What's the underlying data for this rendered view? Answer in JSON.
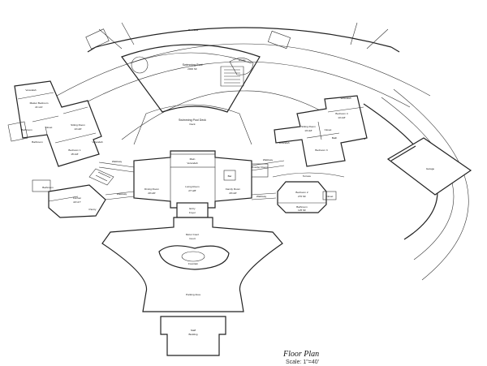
{
  "overflow_label": "Overflow",
  "pool": {
    "label": "Swimming Pool",
    "area": "2000 SF"
  },
  "grotto_label": "Grotto",
  "pool_deck_label": "Swimming Pool Deck",
  "veranda_label": "Verandah",
  "loggia": {
    "label": "Main",
    "sub": "Verandah"
  },
  "left_wing": {
    "master_bedroom": {
      "label": "Master Bedroom",
      "dims": "21'x21'"
    },
    "sitting_room": {
      "label": "Sitting Room",
      "dims": "14'x20'"
    },
    "closet_label": "Closet",
    "bathroom_label": "Bathroom",
    "bedroom1": {
      "label": "Bedroom 1",
      "dims": "15'x18'"
    }
  },
  "right_wing": {
    "bedroom4": {
      "label": "Bedroom 4",
      "dims": "14'x18'"
    },
    "sitting_room": {
      "label": "Sitting Room",
      "dims": "13'x18'"
    },
    "closet_label": "Closet",
    "bedroom3": {
      "label": "Bedroom 3",
      "dims": ""
    },
    "bath_label": "Bath"
  },
  "walkway_label": "Walkway",
  "terrace_label": "Terrace",
  "dining_room": {
    "label": "Dining Room",
    "dims": "20'x20'"
  },
  "living_room": {
    "label": "Living Room",
    "dims": "27'x28'"
  },
  "family_room": {
    "label": "Family Room",
    "dims": "20'x18'"
  },
  "bar_label": "Bar",
  "powder_label": "Powder Room",
  "bedroom2": {
    "label": "Bedroom 2",
    "area": "270 SF"
  },
  "bathroom2": {
    "label": "Bathroom",
    "area": "125 SF"
  },
  "kitchen": {
    "label": "Kitchen",
    "dims": "22'x17'"
  },
  "bathroom_kitchen_label": "Bathroom",
  "pantry_label": "Pantry",
  "entry_foyer": {
    "label": "Entry",
    "sub": "Foyer"
  },
  "motor_court_label": "Motor Court",
  "fountain_label": "Fountain",
  "parking_label": "Parking Area",
  "staff_building": {
    "label": "Staff",
    "sub": "Building"
  },
  "garage_label": "Garage",
  "plan_title": "Floor Plan",
  "scale_text": "Scale: 1\"=40'"
}
